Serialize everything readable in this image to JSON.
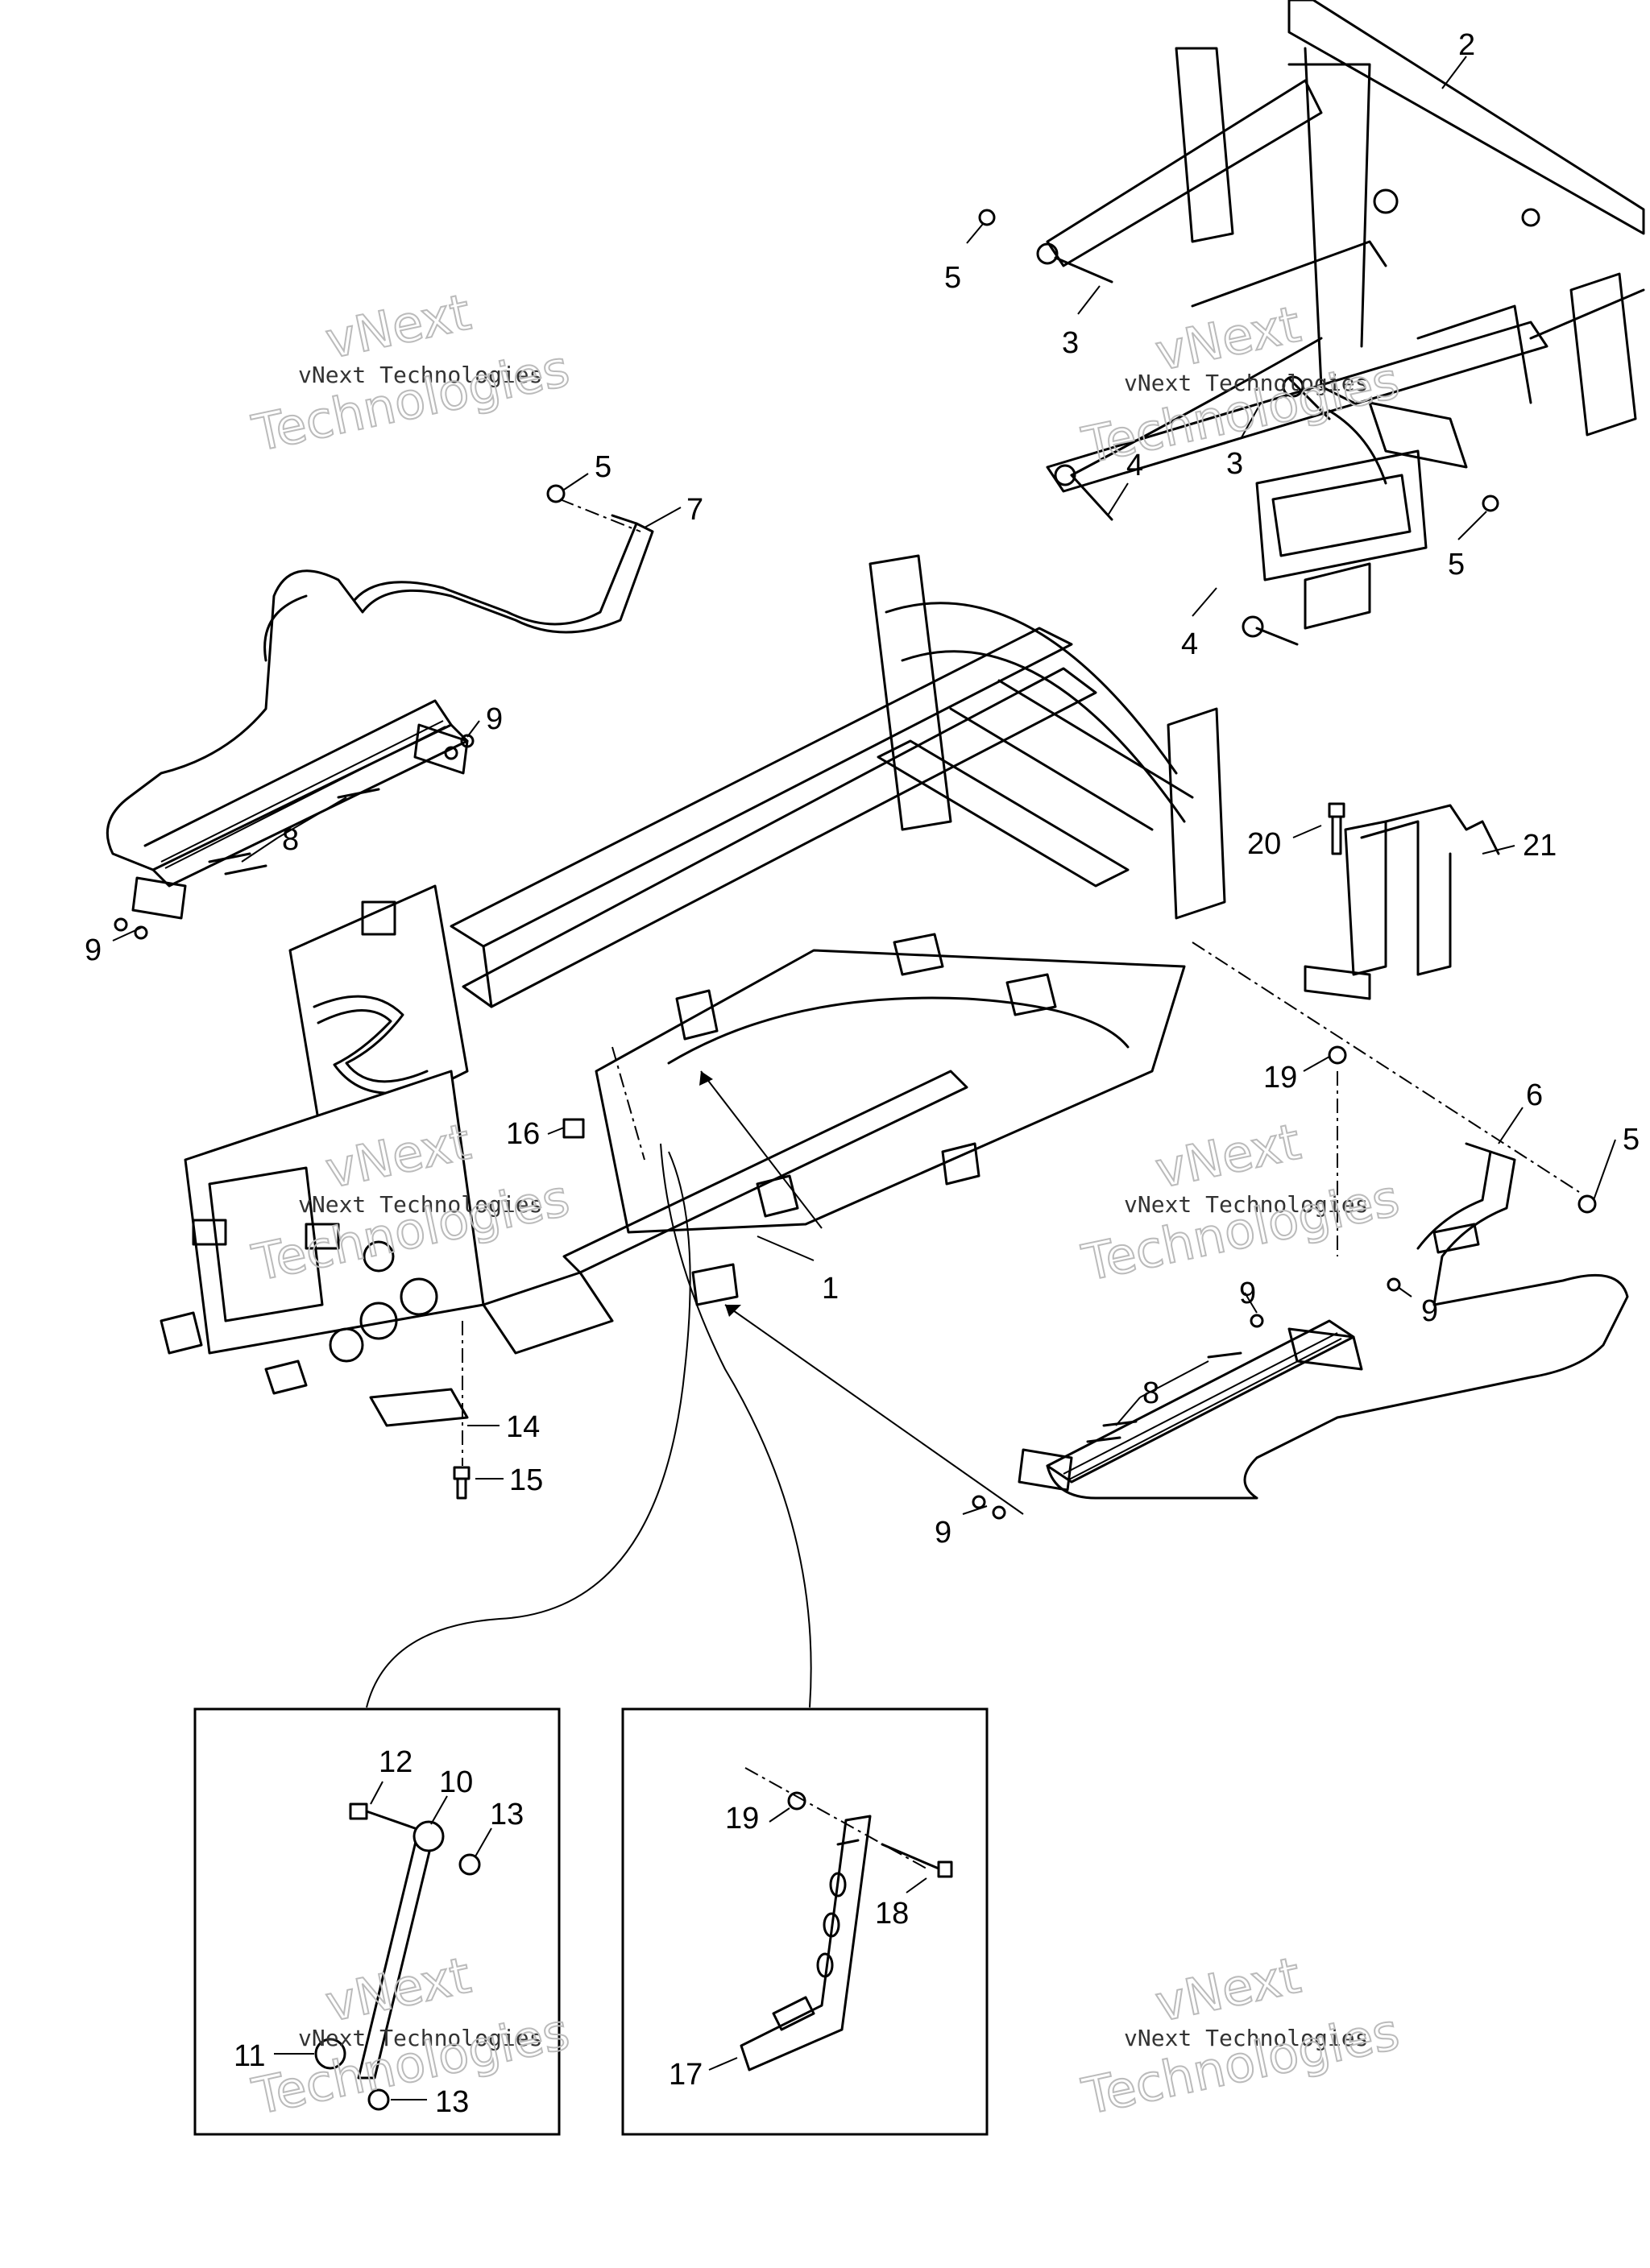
{
  "callouts": [
    {
      "id": "c1",
      "text": "1"
    },
    {
      "id": "c2",
      "text": "2"
    },
    {
      "id": "c3a",
      "text": "3"
    },
    {
      "id": "c3b",
      "text": "3"
    },
    {
      "id": "c4a",
      "text": "4"
    },
    {
      "id": "c4b",
      "text": "4"
    },
    {
      "id": "c5a",
      "text": "5"
    },
    {
      "id": "c5b",
      "text": "5"
    },
    {
      "id": "c5c",
      "text": "5"
    },
    {
      "id": "c5d",
      "text": "5"
    },
    {
      "id": "c6",
      "text": "6"
    },
    {
      "id": "c7",
      "text": "7"
    },
    {
      "id": "c8a",
      "text": "8"
    },
    {
      "id": "c8b",
      "text": "8"
    },
    {
      "id": "c9a",
      "text": "9"
    },
    {
      "id": "c9b",
      "text": "9"
    },
    {
      "id": "c9c",
      "text": "9"
    },
    {
      "id": "c9d",
      "text": "9"
    },
    {
      "id": "c9e",
      "text": "9"
    },
    {
      "id": "c10",
      "text": "10"
    },
    {
      "id": "c11",
      "text": "11"
    },
    {
      "id": "c12",
      "text": "12"
    },
    {
      "id": "c13a",
      "text": "13"
    },
    {
      "id": "c13b",
      "text": "13"
    },
    {
      "id": "c14",
      "text": "14"
    },
    {
      "id": "c15",
      "text": "15"
    },
    {
      "id": "c16",
      "text": "16"
    },
    {
      "id": "c17",
      "text": "17"
    },
    {
      "id": "c18",
      "text": "18"
    },
    {
      "id": "c19a",
      "text": "19"
    },
    {
      "id": "c19b",
      "text": "19"
    },
    {
      "id": "c20",
      "text": "20"
    },
    {
      "id": "c21",
      "text": "21"
    }
  ],
  "watermark": {
    "line": "vNext Technologies",
    "big_top": "vNext",
    "big_bottom": "Technologies"
  }
}
